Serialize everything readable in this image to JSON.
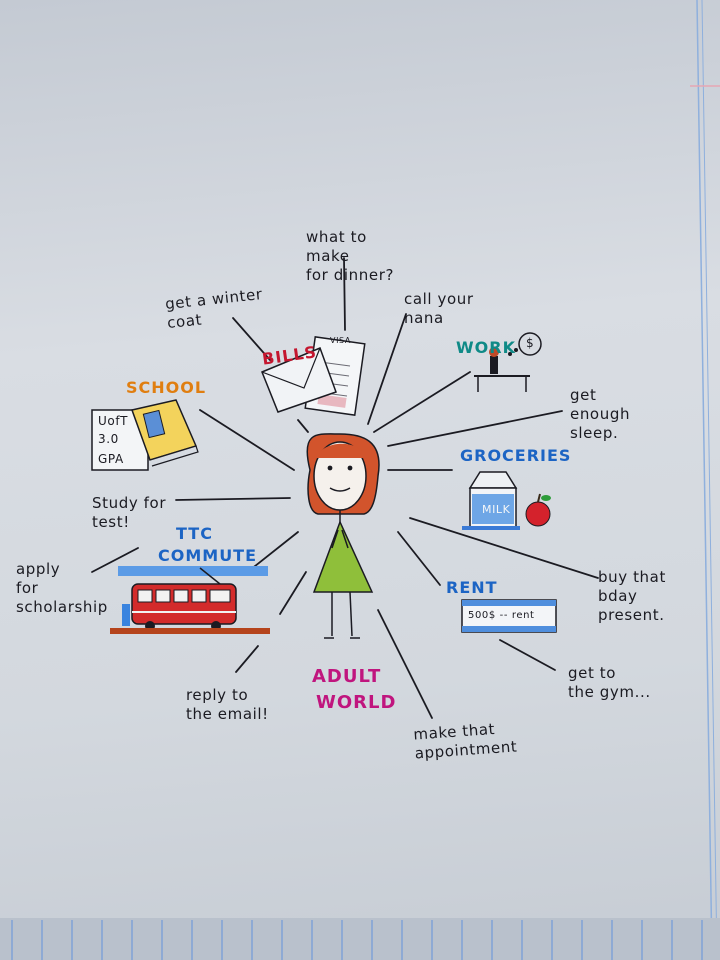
{
  "center_label": {
    "line1": "ADULT",
    "line2": "WORLD"
  },
  "categories": {
    "bills": "BILLS",
    "school": "SCHOOL",
    "work": "WORK",
    "groceries": "GROCERIES",
    "commute": {
      "line1": "TTC",
      "line2": "COMMUTE"
    },
    "rent": "RENT"
  },
  "todos": {
    "dinner": "what to\nmake\nfor dinner?",
    "winter_coat": "get a winter\ncoat",
    "nana": "call your\nnana",
    "sleep": "get\nenough\nsleep.",
    "study": "Study for\ntest!",
    "scholarship": "apply\nfor\nscholarship",
    "present": "buy that\nbday\npresent.",
    "gym": "get to\nthe gym...",
    "email": "reply to\nthe email!",
    "appointment": "make that\nappointment"
  },
  "doodle_text": {
    "visa": "VISA",
    "uoft": "UofT",
    "gpa_value": "3.0",
    "gpa": "GPA",
    "milk": "MILK",
    "cheque": "500$ -- rent",
    "money": "$"
  },
  "colors": {
    "ink": "#1b1b22",
    "bills": "#c4162f",
    "school": "#e07e10",
    "work": "#0f8a87",
    "groceries": "#1c64c4",
    "commute": "#1c64c4",
    "rent": "#1c64c4",
    "adult_world": "#c0157e"
  }
}
